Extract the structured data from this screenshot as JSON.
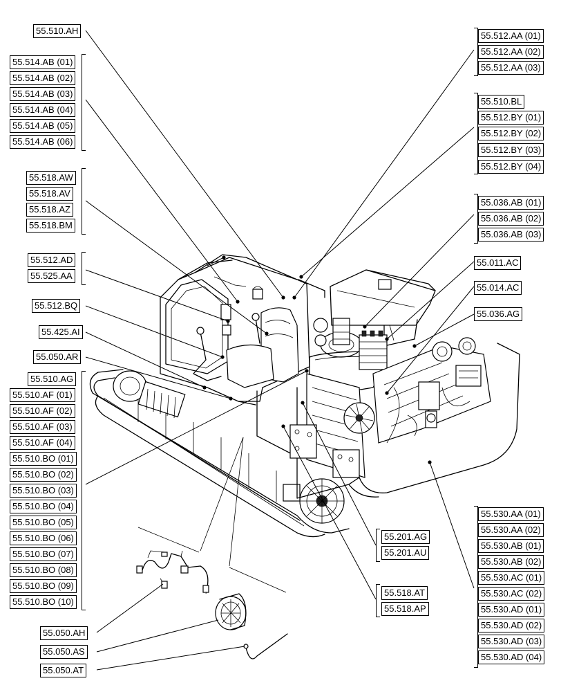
{
  "callout_groups": [
    {
      "id": "top-center",
      "labels": [
        "55.510.AH"
      ]
    },
    {
      "id": "left-cab-glass",
      "labels": [
        "55.514.AB (01)",
        "55.514.AB (02)",
        "55.514.AB (03)",
        "55.514.AB (04)",
        "55.514.AB (05)",
        "55.514.AB (06)"
      ]
    },
    {
      "id": "left-cab-lights",
      "labels": [
        "55.518.AW",
        "55.518.AV",
        "55.518.AZ",
        "55.518.BM"
      ]
    },
    {
      "id": "left-cab-panel",
      "labels": [
        "55.512.AD",
        "55.525.AA"
      ]
    },
    {
      "id": "left-seat-1",
      "labels": [
        "55.512.BQ"
      ]
    },
    {
      "id": "left-seat-2",
      "labels": [
        "55.425.AI"
      ]
    },
    {
      "id": "left-harness",
      "labels": [
        "55.050.AR"
      ]
    },
    {
      "id": "left-main-harness",
      "labels": [
        "55.510.AG",
        "55.510.AF (01)",
        "55.510.AF (02)",
        "55.510.AF (03)",
        "55.510.AF (04)",
        "55.510.BO (01)",
        "55.510.BO (02)",
        "55.510.BO (03)",
        "55.510.BO (04)",
        "55.510.BO (05)",
        "55.510.BO (06)",
        "55.510.BO (07)",
        "55.510.BO (08)",
        "55.510.BO (09)",
        "55.510.BO (10)"
      ]
    },
    {
      "id": "bottom-left-parts",
      "labels": [
        "55.050.AH",
        "55.050.AS",
        "55.050.AT"
      ]
    },
    {
      "id": "right-top",
      "labels": [
        "55.512.AA (01)",
        "55.512.AA (02)",
        "55.512.AA (03)"
      ]
    },
    {
      "id": "right-valve",
      "labels": [
        "55.510.BL",
        "55.512.BY (01)",
        "55.512.BY (02)",
        "55.512.BY (03)",
        "55.512.BY (04)"
      ]
    },
    {
      "id": "right-sensors",
      "labels": [
        "55.036.AB (01)",
        "55.036.AB (02)",
        "55.036.AB (03)"
      ]
    },
    {
      "id": "right-engine-1",
      "labels": [
        "55.011.AC"
      ]
    },
    {
      "id": "right-engine-2",
      "labels": [
        "55.014.AC"
      ]
    },
    {
      "id": "right-engine-3",
      "labels": [
        "55.036.AG"
      ]
    },
    {
      "id": "center-swing",
      "labels": [
        "55.201.AG",
        "55.201.AU"
      ]
    },
    {
      "id": "center-lights",
      "labels": [
        "55.518.AT",
        "55.518.AP"
      ]
    },
    {
      "id": "right-engine-harness",
      "labels": [
        "55.530.AA (01)",
        "55.530.AA (02)",
        "55.530.AB (01)",
        "55.530.AB (02)",
        "55.530.AC (01)",
        "55.530.AC (02)",
        "55.530.AD (01)",
        "55.530.AD (02)",
        "55.530.AD (03)",
        "55.530.AD (04)"
      ]
    }
  ]
}
